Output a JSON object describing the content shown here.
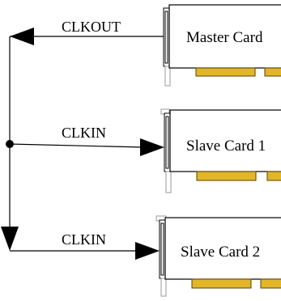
{
  "diagram": {
    "cards": [
      {
        "label": "Master Card"
      },
      {
        "label": "Slave Card 1"
      },
      {
        "label": "Slave Card 2"
      }
    ],
    "signals": [
      {
        "label": "CLKOUT"
      },
      {
        "label": "CLKIN"
      },
      {
        "label": "CLKIN"
      }
    ]
  },
  "colors": {
    "line": "#000000",
    "card_border": "#000000",
    "bracket_fill": "#ffffff",
    "connector_gold": "#e2b629",
    "connector_outline": "#5a4300"
  }
}
